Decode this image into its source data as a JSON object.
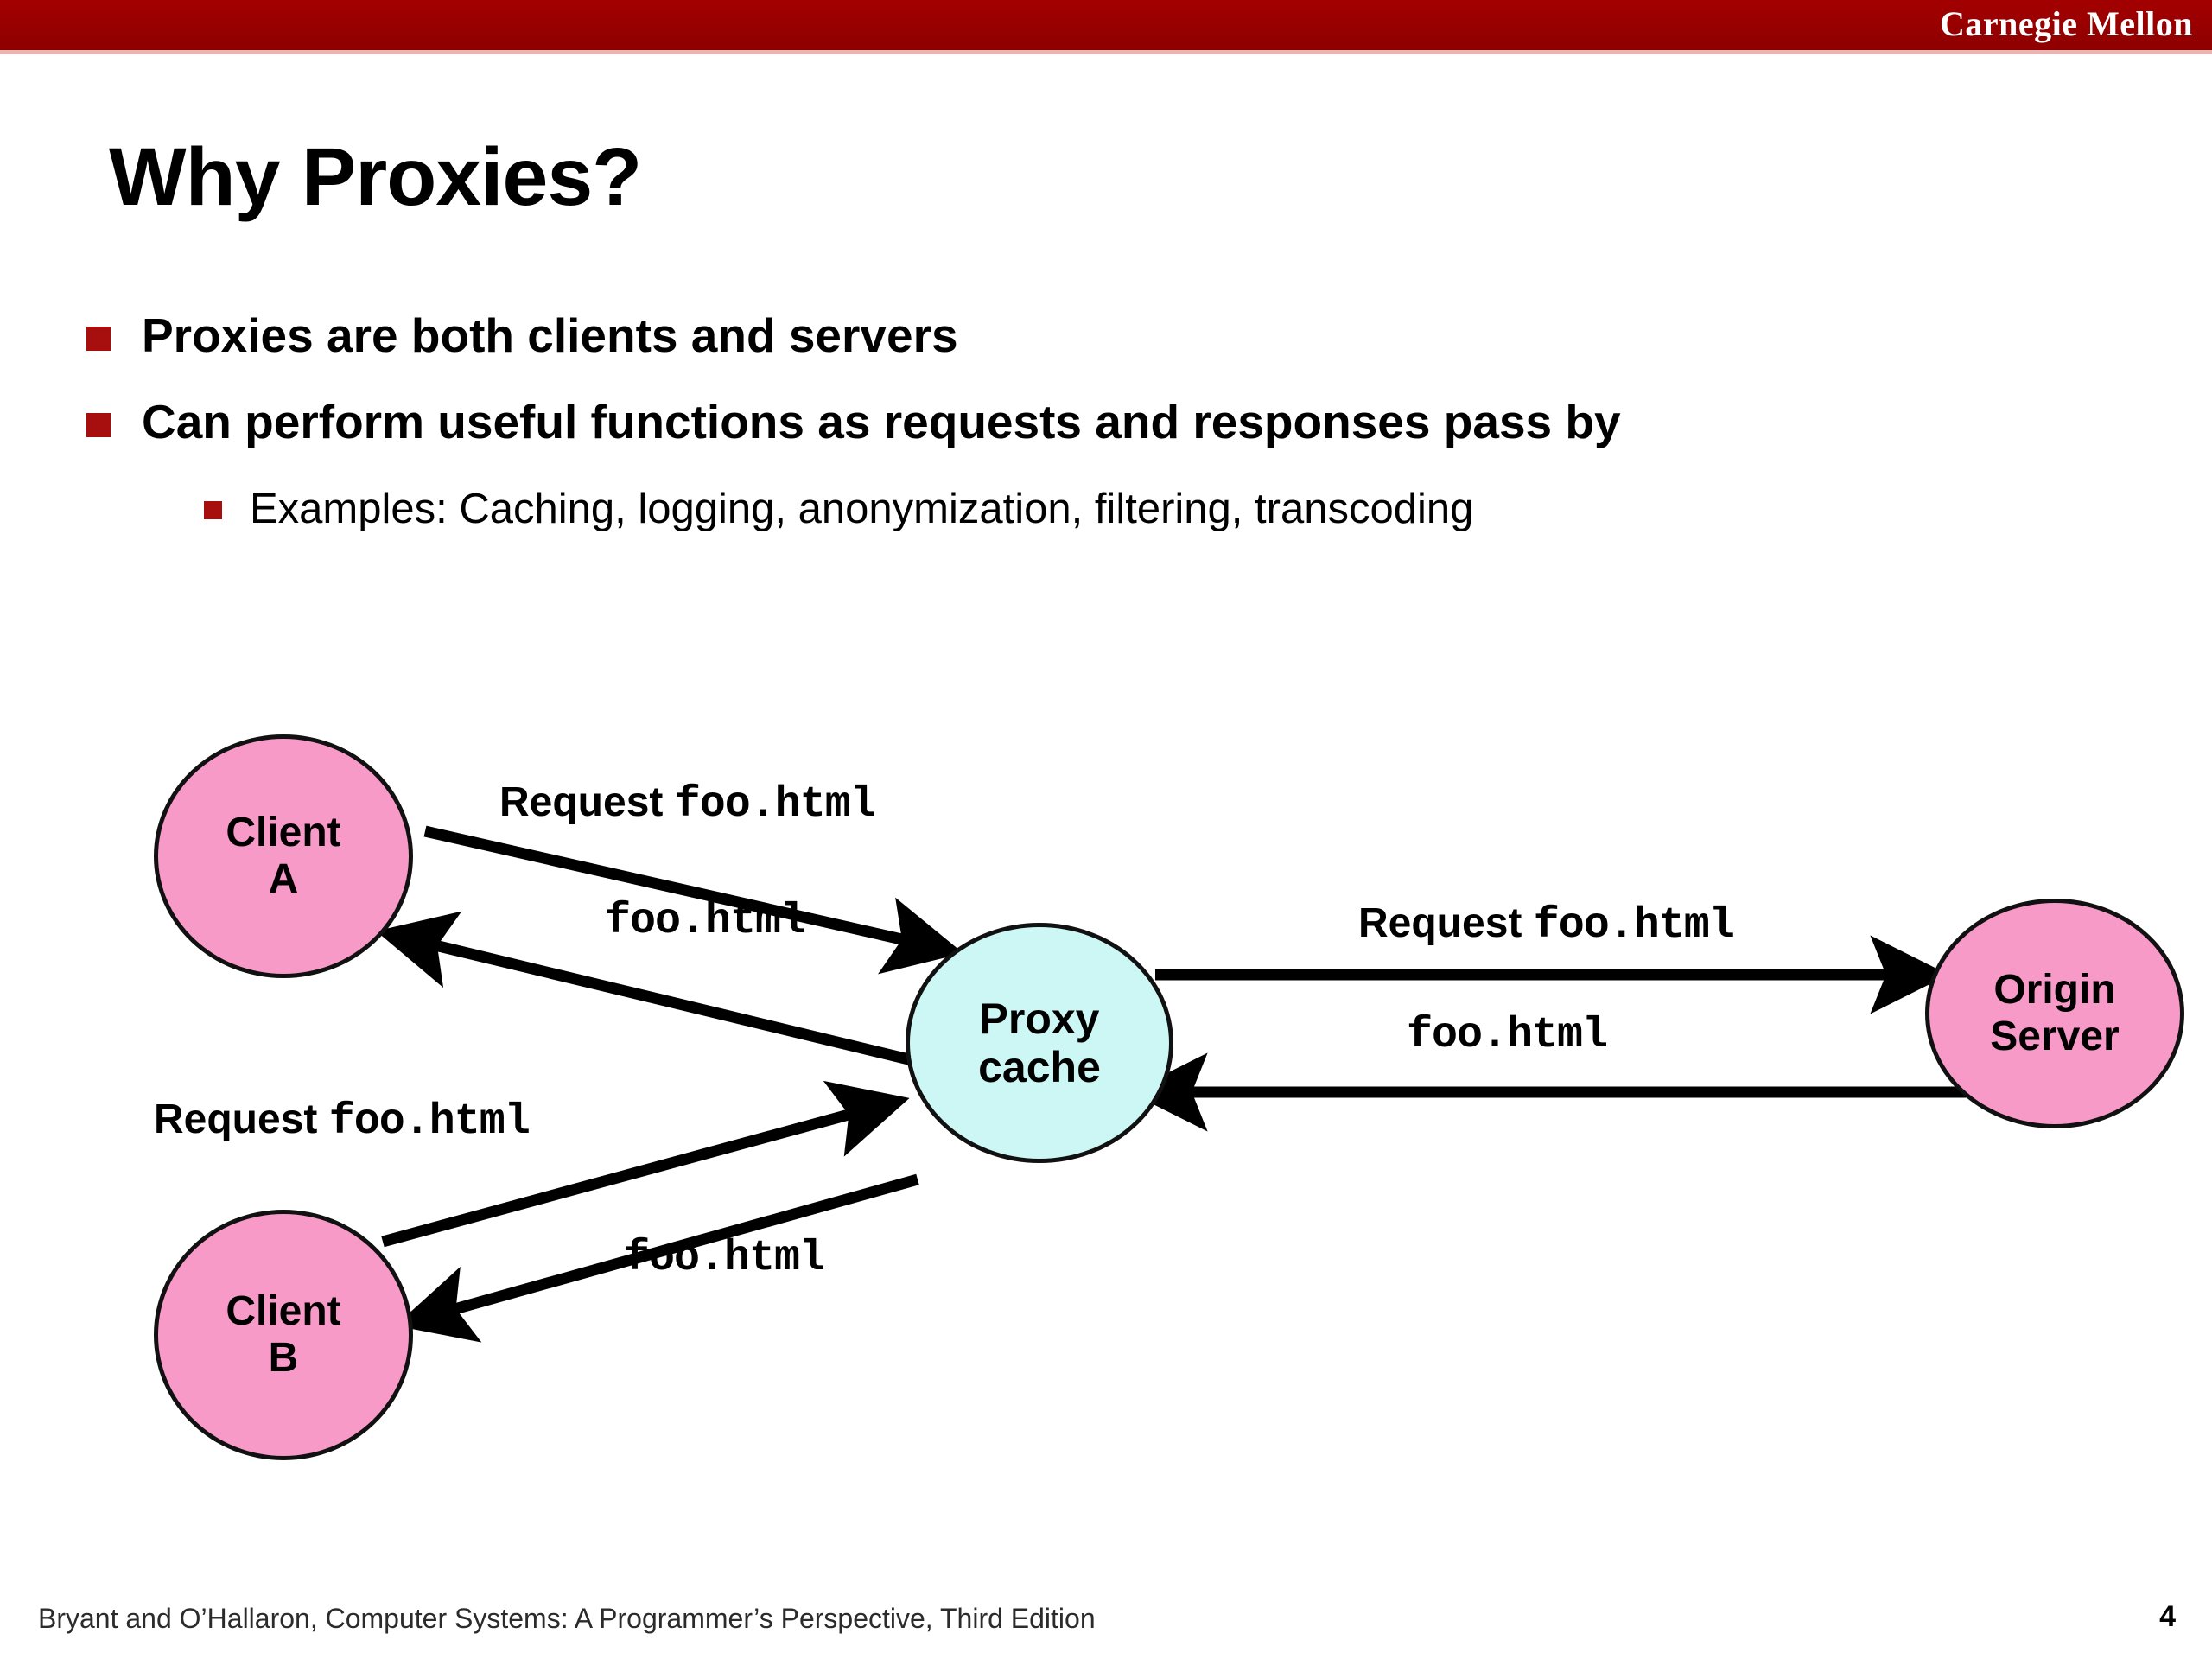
{
  "header": {
    "brand": "Carnegie Mellon",
    "band_color": "#9E0000"
  },
  "title": "Why Proxies?",
  "bullets": [
    {
      "level": 1,
      "text": "Proxies are both clients and servers"
    },
    {
      "level": 1,
      "text": "Can perform useful functions as requests and responses pass by"
    },
    {
      "level": 2,
      "text": "Examples: Caching, logging, anonymization, filtering, transcoding"
    }
  ],
  "diagram": {
    "nodes": [
      {
        "id": "client-a",
        "line1": "Client",
        "line2": "A",
        "fill": "#F79AC8"
      },
      {
        "id": "client-b",
        "line1": "Client",
        "line2": "B",
        "fill": "#F79AC8"
      },
      {
        "id": "proxy",
        "line1": "Proxy",
        "line2": "cache",
        "fill": "#CCF7F5"
      },
      {
        "id": "origin",
        "line1": "Origin",
        "line2": "Server",
        "fill": "#F79AC8"
      }
    ],
    "labels": {
      "a_request_prefix": "Request ",
      "a_request_file": "foo.html",
      "a_response_file": "foo.html",
      "b_request_prefix": "Request ",
      "b_request_file": "foo.html",
      "b_response_file": "foo.html",
      "origin_request_prefix": "Request ",
      "origin_request_file": "foo.html",
      "origin_response_file": "foo.html"
    }
  },
  "footer": {
    "citation": "Bryant and O’Hallaron, Computer Systems: A Programmer’s Perspective, Third Edition",
    "slide_number": "4"
  }
}
